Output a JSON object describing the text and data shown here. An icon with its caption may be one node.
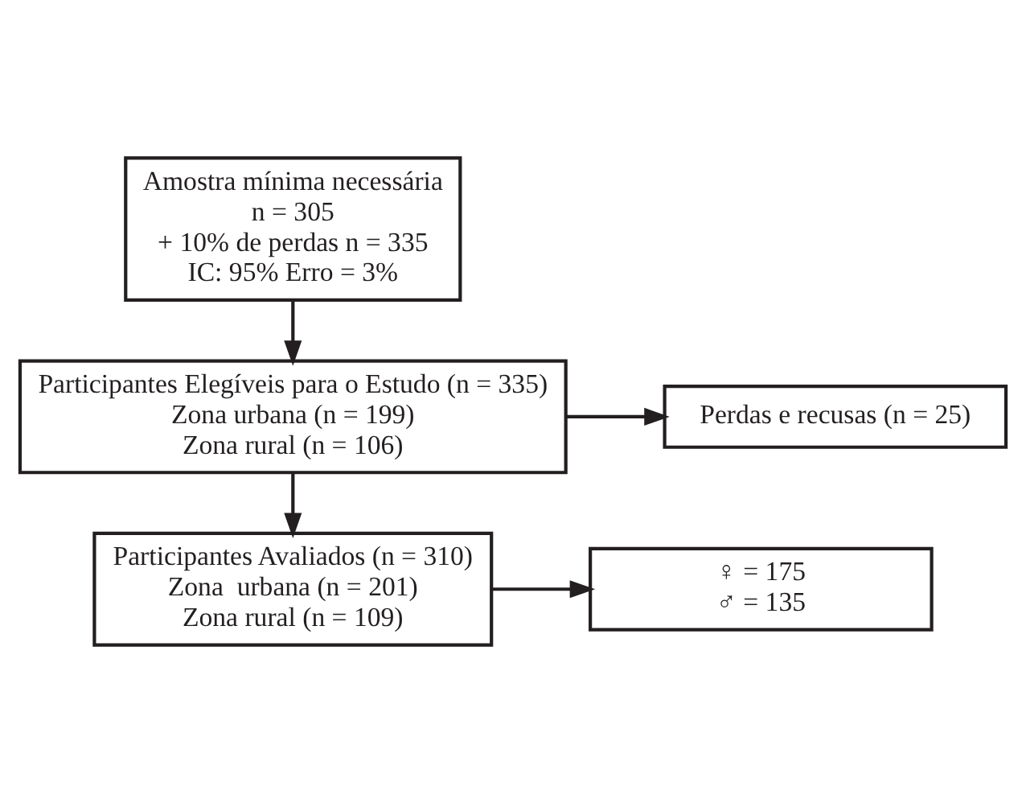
{
  "diagram": {
    "nodes": [
      {
        "text": [
          "Amostra mínima necessária",
          "n = 305",
          "+ 10% de perdas n = 335",
          "IC: 95% Erro = 3%"
        ]
      },
      {
        "text": [
          "Participantes Elegíveis para o Estudo (n = 335)",
          "Zona urbana (n = 199)",
          "Zona rural (n = 106)"
        ]
      },
      {
        "text": [
          "Perdas e recusas (n = 25)"
        ]
      },
      {
        "text": [
          "Participantes Avaliados (n = 310)",
          "Zona  urbana (n = 201)",
          "Zona rural (n = 109)"
        ]
      },
      {
        "text": [
          "♀ = 175",
          "♂ = 135"
        ]
      }
    ],
    "edges": [
      {
        "from": 0,
        "to": 1,
        "arrow": "to"
      },
      {
        "from": 1,
        "to": 3,
        "arrow": "to"
      },
      {
        "from": 1,
        "to": 2,
        "arrow": "to"
      },
      {
        "from": 3,
        "to": 4,
        "arrow": "to"
      }
    ]
  }
}
